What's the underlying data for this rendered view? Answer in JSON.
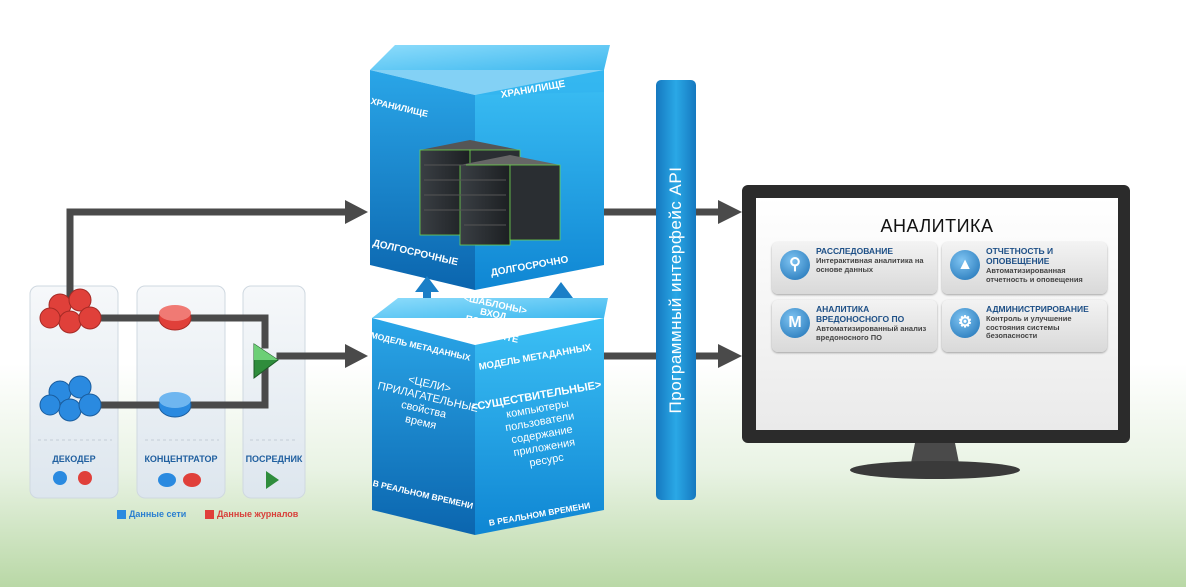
{
  "sources": {
    "decoder_label": "ДЕКОДЕР",
    "concentrator_label": "КОНЦЕНТРАТОР",
    "broker_label": "ПОСРЕДНИК"
  },
  "legend": {
    "network_label": "Данные сети",
    "logs_label": "Данные журналов",
    "network_color": "#2a8ae0",
    "logs_color": "#e0403a"
  },
  "storage_box": {
    "left_label": "ХРАНИЛИЩЕ",
    "front_label": "ХРАНИЛИЩЕ",
    "left_bottom": "ДОЛГОСРОЧНЫЕ",
    "front_bottom": "ДОЛГОСРОЧНО"
  },
  "metadata_box": {
    "top_lines": [
      "<ШАБЛОНЫ>",
      "ВХОД",
      "ПОЛУЧИТЕ",
      "ПОМЕСТИТЕ"
    ],
    "left_label": "МОДЕЛЬ МЕТАДАННЫХ",
    "front_label": "МОДЕЛЬ МЕТАДАННЫХ",
    "left_lines": [
      "<ЦЕЛИ>",
      "ПРИЛАГАТЕЛЬНЫЕ",
      "свойства",
      "время"
    ],
    "front_lines": [
      "<СУЩЕСТВИТЕЛЬНЫЕ>",
      "компьютеры",
      "пользователи",
      "содержание",
      "приложения",
      "ресурс"
    ],
    "left_bottom": "В РЕАЛЬНОМ ВРЕМЕНИ",
    "front_bottom": "В РЕАЛЬНОМ ВРЕМЕНИ"
  },
  "api_bar": {
    "label": "Программный интерфейс API"
  },
  "monitor": {
    "title": "АНАЛИТИКА",
    "cards": [
      {
        "title": "РАССЛЕДОВАНИЕ",
        "text": "Интерактивная аналитика на основе данных",
        "icon": "magnifier-icon"
      },
      {
        "title": "ОТЧЕТНОСТЬ И ОПОВЕЩЕНИЕ",
        "text": "Автоматизированная отчетность и оповещения",
        "icon": "report-icon"
      },
      {
        "title": "АНАЛИТИКА ВРЕДОНОСНОГО ПО",
        "text": "Автоматизированный анализ вредоносного ПО",
        "icon": "malware-icon"
      },
      {
        "title": "АДМИНИСТРИРОВАНИЕ",
        "text": "Контроль и улучшение состояния системы безопасности",
        "icon": "gear-icon"
      }
    ]
  },
  "colors": {
    "cube_blue": "#1aa3e8",
    "cube_dark": "#0d6fb8",
    "arrow_gray": "#4a4a4a",
    "api_blue": "#1e9ad8",
    "up_arrow": "#1a7fc7"
  }
}
